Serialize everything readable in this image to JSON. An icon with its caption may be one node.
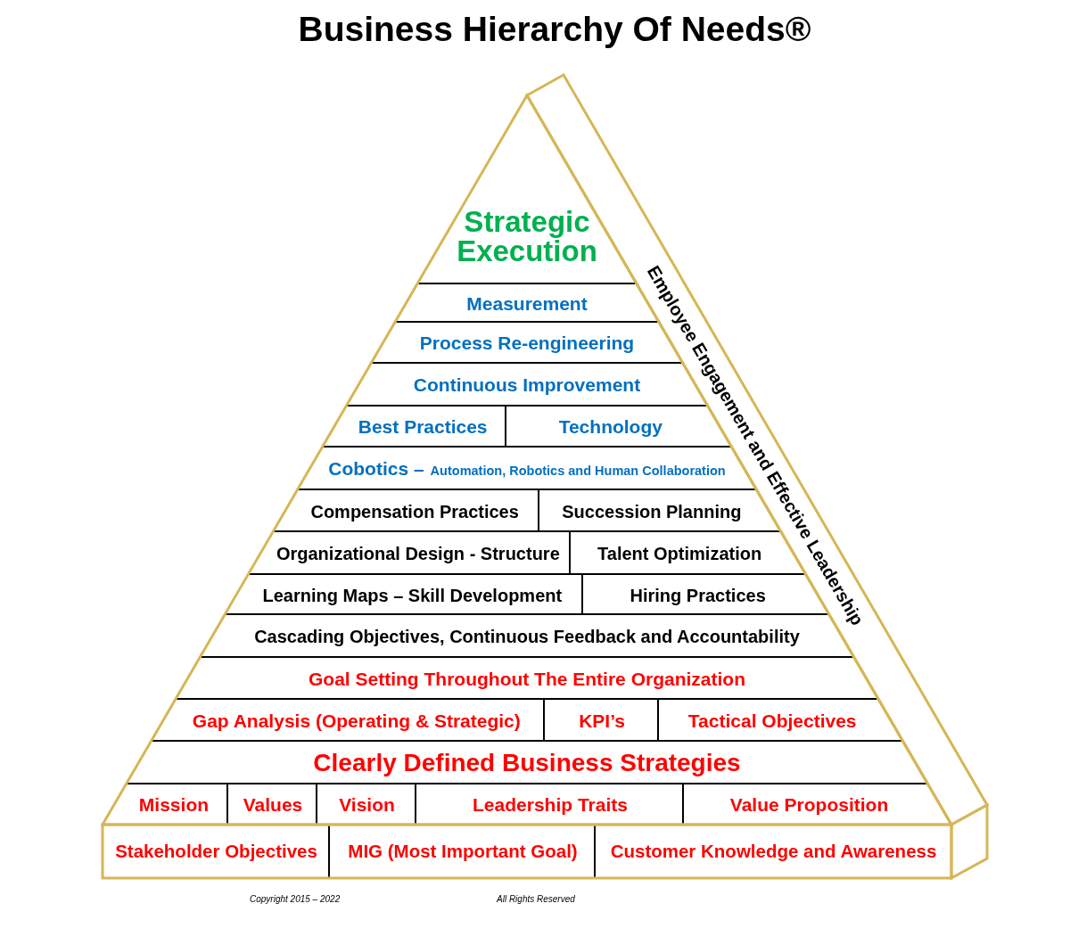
{
  "diagram": {
    "title": "Business Hierarchy Of Needs®",
    "nodes": [
      {
        "text": [
          "Strategic Execution"
        ]
      },
      {
        "text": [
          "Measurement"
        ]
      },
      {
        "text": [
          "Process Re-engineering"
        ]
      },
      {
        "text": [
          "Continuous Improvement"
        ]
      },
      {
        "text": [
          "Best Practices"
        ]
      },
      {
        "text": [
          "Technology"
        ]
      },
      {
        "text": [
          "Cobotics –",
          "Automation, Robotics and Human Collaboration"
        ]
      },
      {
        "text": [
          "Compensation Practices"
        ]
      },
      {
        "text": [
          "Succession Planning"
        ]
      },
      {
        "text": [
          "Organizational Design - Structure"
        ]
      },
      {
        "text": [
          "Talent Optimization"
        ]
      },
      {
        "text": [
          "Learning Maps – Skill Development"
        ]
      },
      {
        "text": [
          "Hiring Practices"
        ]
      },
      {
        "text": [
          "Cascading Objectives, Continuous Feedback and Accountability"
        ]
      },
      {
        "text": [
          "Goal Setting Throughout The Entire Organization"
        ]
      },
      {
        "text": [
          "Gap Analysis (Operating & Strategic)"
        ]
      },
      {
        "text": [
          "KPI’s"
        ]
      },
      {
        "text": [
          "Tactical Objectives"
        ]
      },
      {
        "text": [
          "Clearly Defined Business Strategies"
        ]
      },
      {
        "text": [
          "Mission"
        ]
      },
      {
        "text": [
          "Values"
        ]
      },
      {
        "text": [
          "Vision"
        ]
      },
      {
        "text": [
          "Leadership Traits"
        ]
      },
      {
        "text": [
          "Value Proposition"
        ]
      },
      {
        "text": [
          "Stakeholder Objectives"
        ]
      },
      {
        "text": [
          "MIG (Most Important Goal)"
        ]
      },
      {
        "text": [
          "Customer Knowledge and Awareness"
        ]
      },
      {
        "text": [
          "Employee Engagement and Effective Leadership"
        ]
      }
    ],
    "labels": [
      "Copyright 2015 – 2022",
      "All Rights Reserved"
    ]
  }
}
